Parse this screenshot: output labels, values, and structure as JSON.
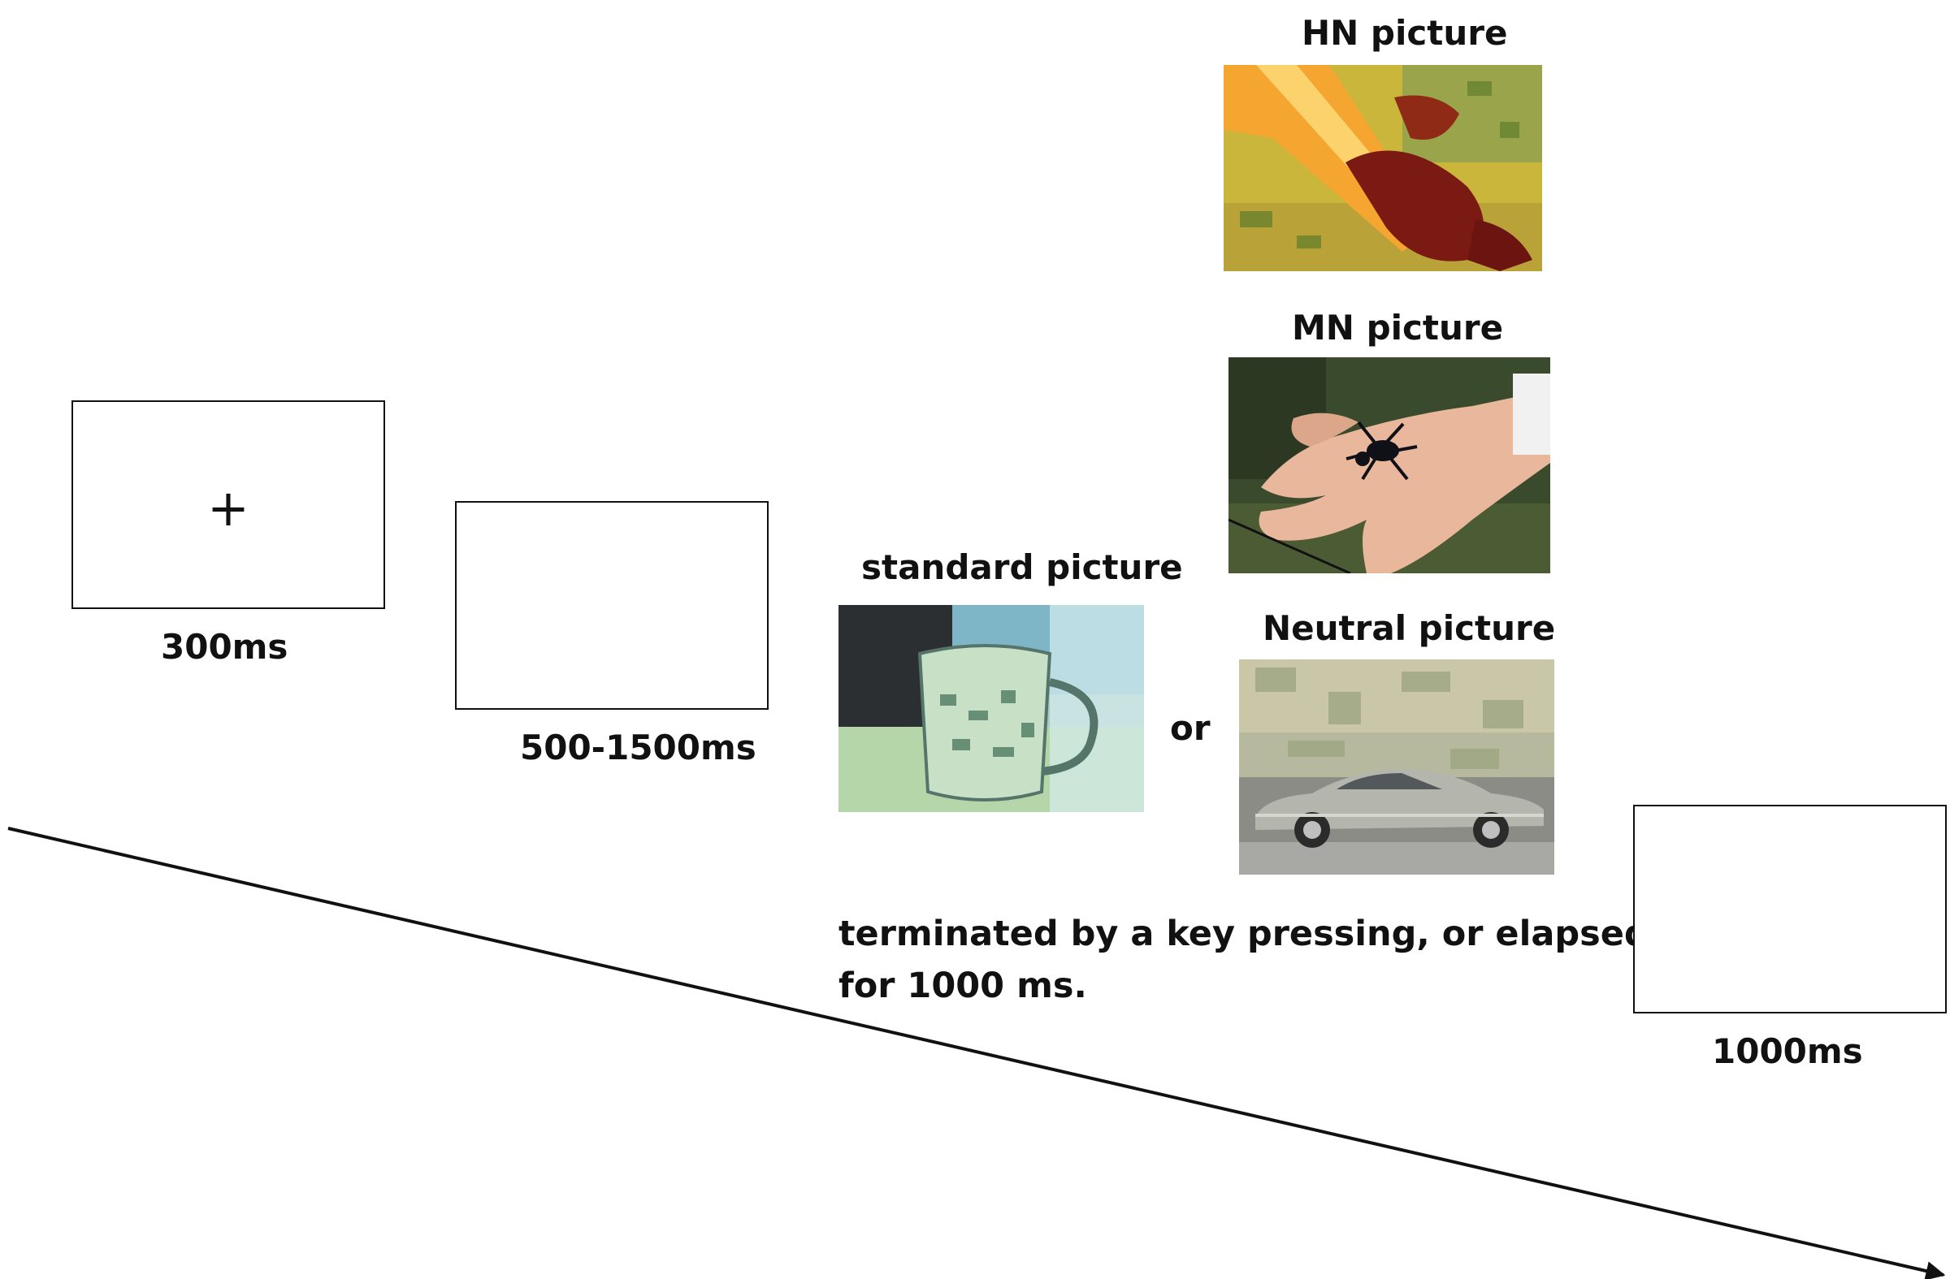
{
  "fixation": {
    "symbol": "+",
    "duration": "300ms"
  },
  "blank": {
    "duration": "500-1500ms"
  },
  "standard": {
    "label": "standard picture",
    "image": "glass-mug"
  },
  "connector": "or",
  "hn": {
    "label": "HN picture",
    "image": "crab-claws"
  },
  "mn": {
    "label": "MN picture",
    "image": "spider-on-hand"
  },
  "neutral": {
    "label": "Neutral picture",
    "image": "silver-car"
  },
  "note": {
    "line1": "terminated by a key pressing, or elapsed",
    "line2": "for 1000 ms."
  },
  "final": {
    "duration": "1000ms"
  },
  "colors": {
    "stroke": "#111111",
    "background": "#ffffff"
  }
}
